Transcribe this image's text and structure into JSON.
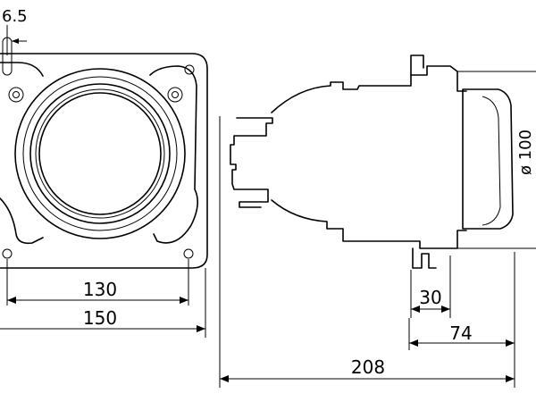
{
  "dimensions": {
    "hole_offset": "6.5",
    "hole_spacing": "130",
    "overall_width": "150",
    "depth_flange": "30",
    "depth_front": "74",
    "overall_length": "208",
    "lens_diameter": "ø 100"
  },
  "colors": {
    "line": "#000000",
    "background": "#ffffff"
  }
}
